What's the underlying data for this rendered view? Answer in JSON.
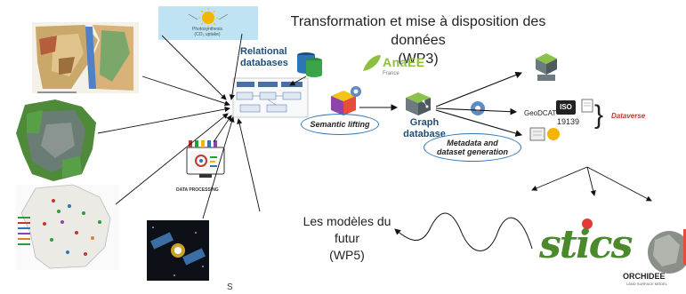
{
  "title": {
    "line1": "Transformation et mise à disposition des données",
    "line2": "(WP3)"
  },
  "photo": {
    "label1": "Photosynthesis",
    "label2": "(CO₂ uptake)"
  },
  "relational": {
    "line1": "Relational",
    "line2": "databases"
  },
  "anaee": {
    "name": "AnaEE",
    "country": "France"
  },
  "semantic_lifting": "Semantic lifting",
  "graph": {
    "line1": "Graph",
    "line2": "database"
  },
  "metadata": {
    "line1": "Metadata and",
    "line2": "dataset generation"
  },
  "outputs": {
    "geodcat": "GeoDCAT",
    "iso": "ISO",
    "iso_number": "19139",
    "dataverse": "Dataverse"
  },
  "data_processing": "DATA PROCESSING",
  "models": {
    "line1": "Les modèles du",
    "line2": "futur",
    "line3": "(WP5)"
  },
  "stics": "stics",
  "orchidee": {
    "name": "ORCHIDEE",
    "subtitle": "LAND SURFACE MODEL"
  },
  "stray_letter": "S",
  "colors": {
    "accent_blue": "#2e75b6",
    "title_blue": "#1f4e79",
    "stics_green": "#4a8a2a",
    "dataverse_red": "#c0392b"
  }
}
